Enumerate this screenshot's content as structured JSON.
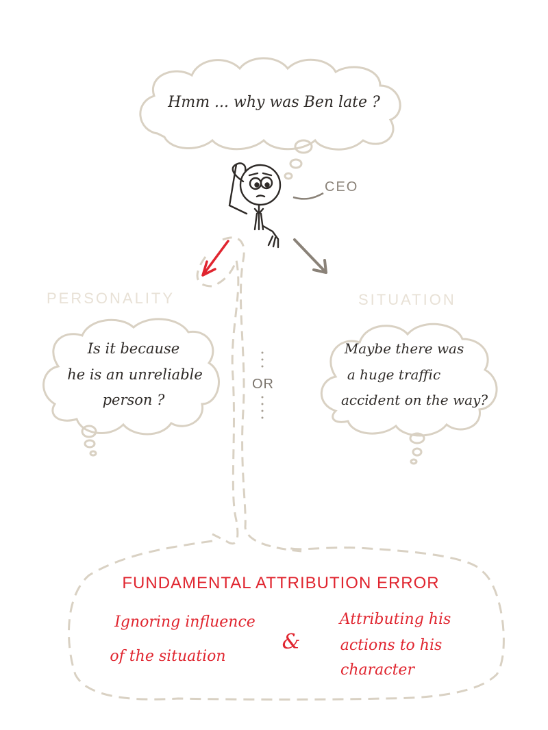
{
  "top_thought": "Hmm ... why was Ben late ?",
  "ceo_label": "CEO",
  "personality": {
    "heading": "PERSONALITY",
    "line1": "Is it because",
    "line2": "he is an unreliable",
    "line3": "person ?"
  },
  "situation": {
    "heading": "SITUATION",
    "line1": "Maybe there was",
    "line2": "a huge traffic",
    "line3": "accident on the way?"
  },
  "or_label": "OR",
  "error_box": {
    "title": "FUNDAMENTAL ATTRIBUTION ERROR",
    "left_line1": "Ignoring influence",
    "left_line2": "of the situation",
    "ampersand": "&",
    "right_line1": "Attributing his",
    "right_line2": "actions to his",
    "right_line3": "character"
  },
  "colors": {
    "ink": "#2e2a27",
    "cloud": "#d9d1c3",
    "label": "#e8e1d6",
    "accent_red": "#e0252f",
    "arrow_gray": "#8a8278",
    "or_gray": "#7b746c"
  }
}
